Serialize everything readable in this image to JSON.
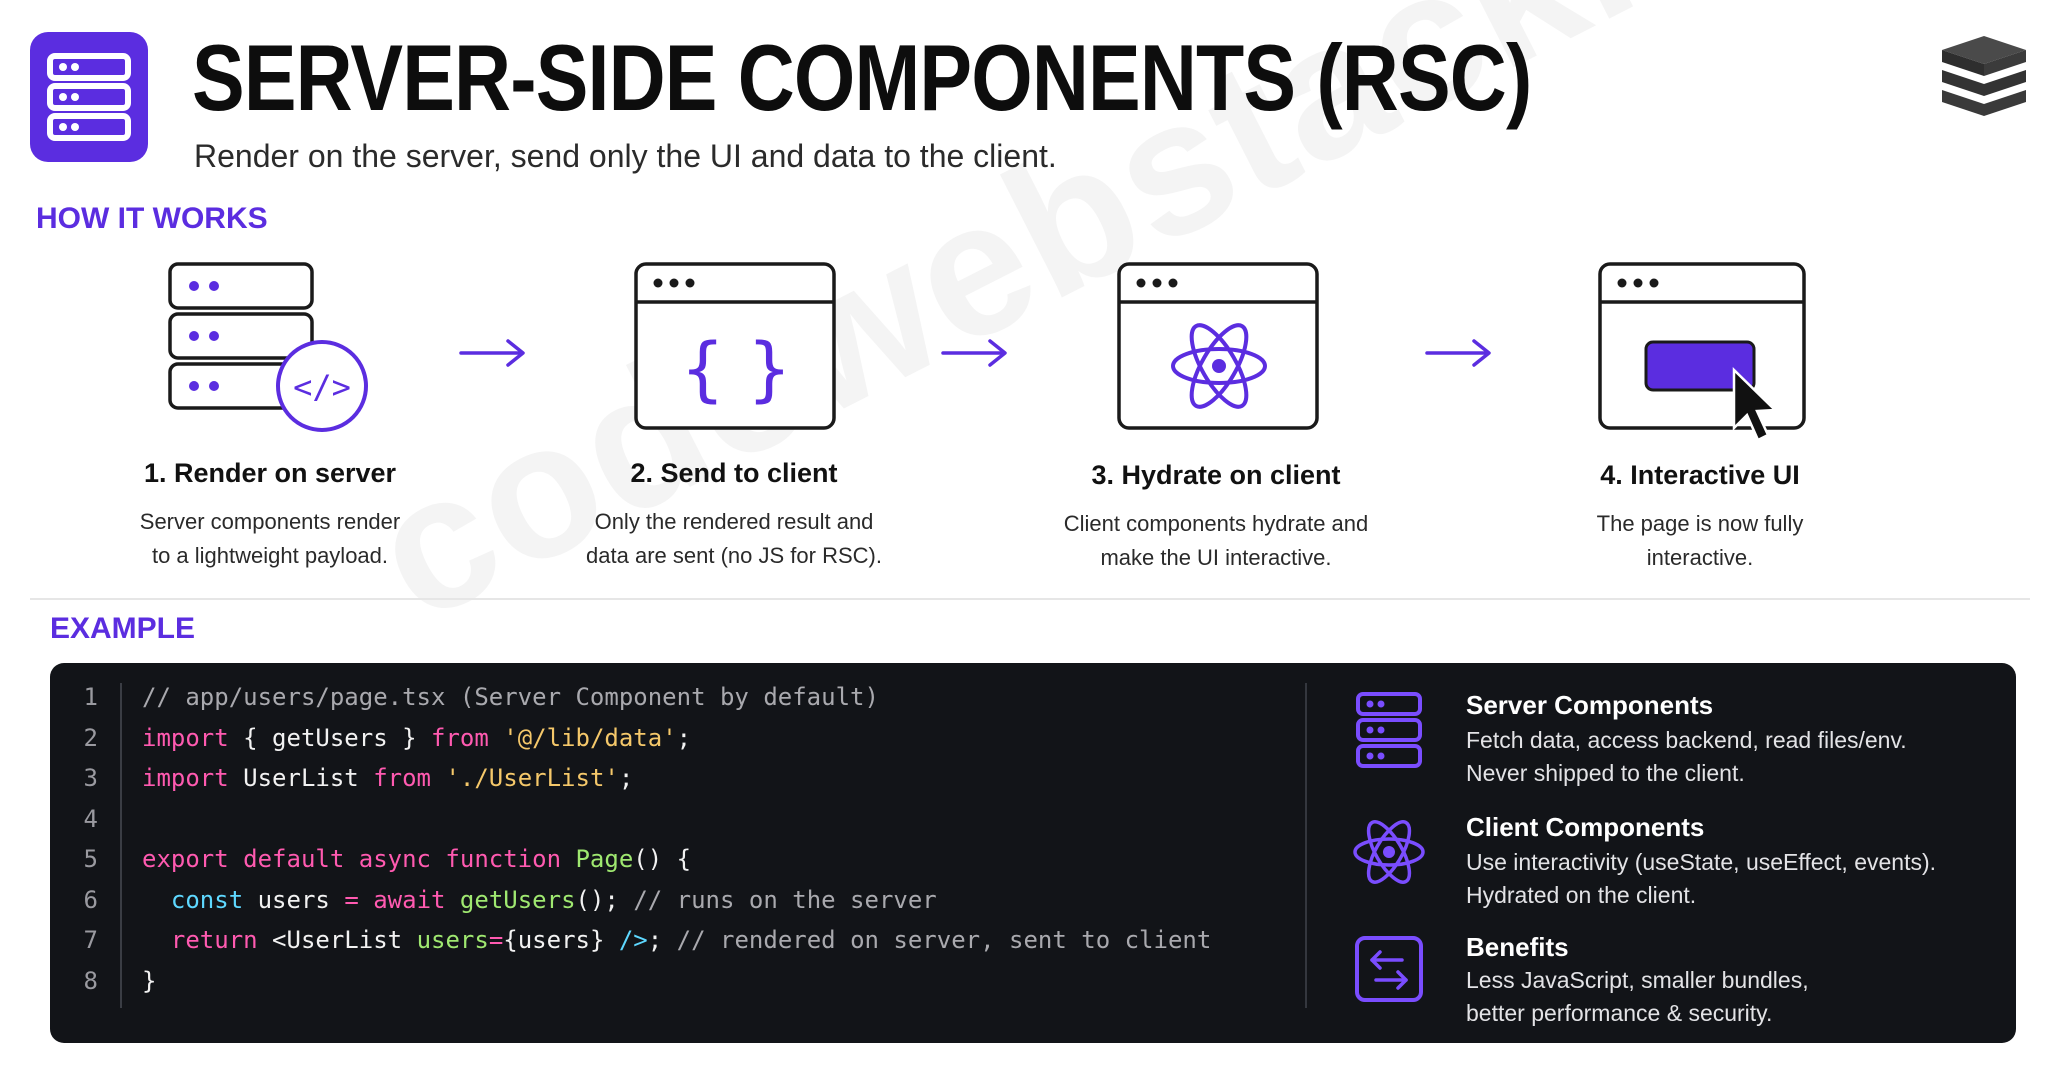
{
  "header": {
    "title": "SERVER-SIDE COMPONENTS (RSC)",
    "subtitle": "Render on the server, send only the UI and data to the client."
  },
  "how_it_works": {
    "heading": "HOW IT WORKS",
    "steps": [
      {
        "title": "1. Render on server",
        "desc_line1": "Server components render",
        "desc_line2": "to a lightweight payload.",
        "icon": "server-code-icon"
      },
      {
        "title": "2. Send to client",
        "desc_line1": "Only the rendered result and",
        "desc_line2": "data are sent (no JS for RSC).",
        "icon": "browser-braces-icon"
      },
      {
        "title": "3. Hydrate on client",
        "desc_line1": "Client components hydrate and",
        "desc_line2": "make the UI interactive.",
        "icon": "browser-react-icon"
      },
      {
        "title": "4. Interactive UI",
        "desc_line1": "The page is now fully",
        "desc_line2": "interactive.",
        "icon": "browser-cursor-icon"
      }
    ]
  },
  "example": {
    "heading": "EXAMPLE",
    "code_lines": [
      {
        "number": "1",
        "tokens": [
          {
            "t": "// app/users/page.tsx (Server Component by default)",
            "c": "comment"
          }
        ]
      },
      {
        "number": "2",
        "tokens": [
          {
            "t": "import",
            "c": "keyword"
          },
          {
            "t": " { getUsers } ",
            "c": "plain"
          },
          {
            "t": "from",
            "c": "keyword"
          },
          {
            "t": " ",
            "c": "plain"
          },
          {
            "t": "'@/lib/data'",
            "c": "string"
          },
          {
            "t": ";",
            "c": "plain"
          }
        ]
      },
      {
        "number": "3",
        "tokens": [
          {
            "t": "import",
            "c": "keyword"
          },
          {
            "t": " UserList ",
            "c": "plain"
          },
          {
            "t": "from",
            "c": "keyword"
          },
          {
            "t": " ",
            "c": "plain"
          },
          {
            "t": "'./UserList'",
            "c": "string"
          },
          {
            "t": ";",
            "c": "plain"
          }
        ]
      },
      {
        "number": "4",
        "tokens": []
      },
      {
        "number": "5",
        "tokens": [
          {
            "t": "export default async function",
            "c": "keyword"
          },
          {
            "t": " ",
            "c": "plain"
          },
          {
            "t": "Page",
            "c": "func"
          },
          {
            "t": "() {",
            "c": "plain"
          }
        ]
      },
      {
        "number": "6",
        "tokens": [
          {
            "t": "  ",
            "c": "plain"
          },
          {
            "t": "const",
            "c": "cyan"
          },
          {
            "t": " users ",
            "c": "plain"
          },
          {
            "t": "=",
            "c": "keyword"
          },
          {
            "t": " ",
            "c": "plain"
          },
          {
            "t": "await",
            "c": "keyword"
          },
          {
            "t": " ",
            "c": "plain"
          },
          {
            "t": "getUsers",
            "c": "func"
          },
          {
            "t": "(); ",
            "c": "plain"
          },
          {
            "t": "// runs on the server",
            "c": "comment"
          }
        ]
      },
      {
        "number": "7",
        "tokens": [
          {
            "t": "  ",
            "c": "plain"
          },
          {
            "t": "return",
            "c": "keyword"
          },
          {
            "t": " <UserList ",
            "c": "plain"
          },
          {
            "t": "users",
            "c": "func"
          },
          {
            "t": "=",
            "c": "keyword"
          },
          {
            "t": "{users} ",
            "c": "plain"
          },
          {
            "t": "/>",
            "c": "cyan"
          },
          {
            "t": "; ",
            "c": "plain"
          },
          {
            "t": "// rendered on server, sent to client",
            "c": "comment"
          }
        ]
      },
      {
        "number": "8",
        "tokens": [
          {
            "t": "}",
            "c": "plain"
          }
        ]
      }
    ],
    "info": [
      {
        "title": "Server Components",
        "line1": "Fetch data, access backend, read files/env.",
        "line2": "Never shipped to the client.",
        "icon": "server-stack-icon"
      },
      {
        "title": "Client Components",
        "line1": "Use interactivity (useState, useEffect, events).",
        "line2": "Hydrated on the client.",
        "icon": "react-atom-icon"
      },
      {
        "title": "Benefits",
        "line1": "Less JavaScript, smaller bundles,",
        "line2": "better performance & security.",
        "icon": "exchange-arrows-icon"
      }
    ]
  },
  "watermark": {
    "text": "codewebstack.com"
  },
  "colors": {
    "accent": "#5b2de0",
    "code_background": "#121418",
    "keyword": "#ff5ab0",
    "string": "#f5c86a",
    "function": "#9fe870",
    "comment": "#a9a9ae"
  },
  "icons": {
    "logo": "server-stack-icon",
    "brand": "layered-stack-icon",
    "flow_arrow": "arrow-right-icon"
  }
}
